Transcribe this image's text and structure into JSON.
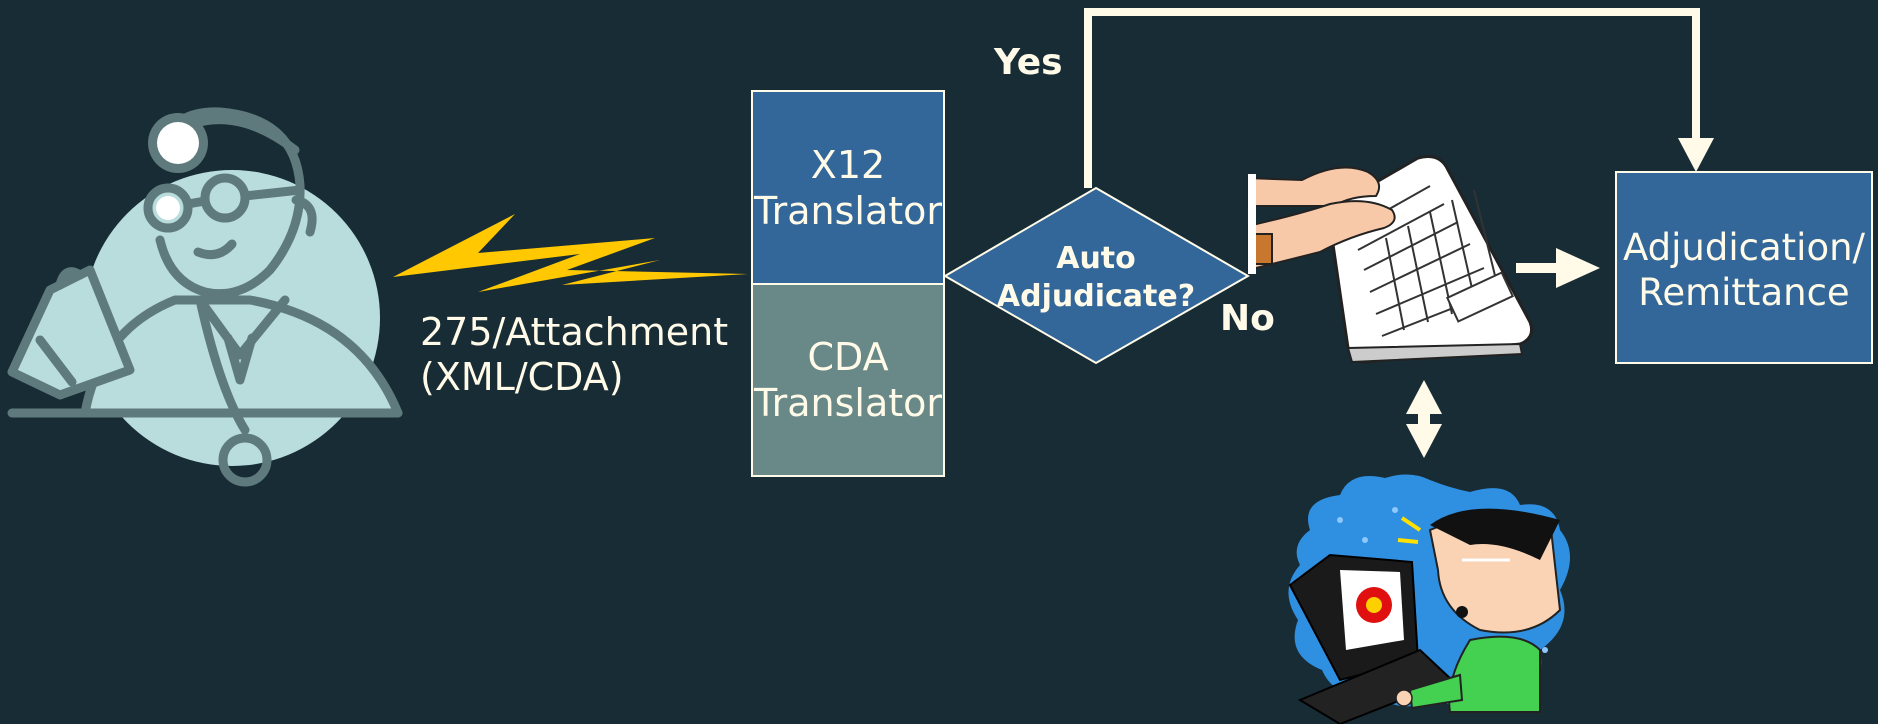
{
  "colors": {
    "background": "#182c36",
    "blue_box": "#336699",
    "teal_box": "#698888",
    "box_border": "#fffbe8",
    "arrow": "#fffbe8",
    "bolt": "#ffc800",
    "doctor_circle": "#b9dcdc",
    "doctor_line": "#5f7a7d"
  },
  "labels": {
    "attachment_line1": "275/Attachment",
    "attachment_line2": "(XML/CDA)",
    "x12_line1": "X12",
    "x12_line2": "Translator",
    "cda_line1": "CDA",
    "cda_line2": "Translator",
    "decision_line1": "Auto",
    "decision_line2": "Adjudicate?",
    "yes": "Yes",
    "no": "No",
    "result_line1": "Adjudication/",
    "result_line2": "Remittance"
  },
  "icons": {
    "doctor": "doctor-icon",
    "lightning": "lightning-bolt-icon",
    "keyboard": "typing-hands-keyboard-icon",
    "reviewer": "person-at-computer-icon",
    "double_arrow": "double-arrow-icon"
  }
}
